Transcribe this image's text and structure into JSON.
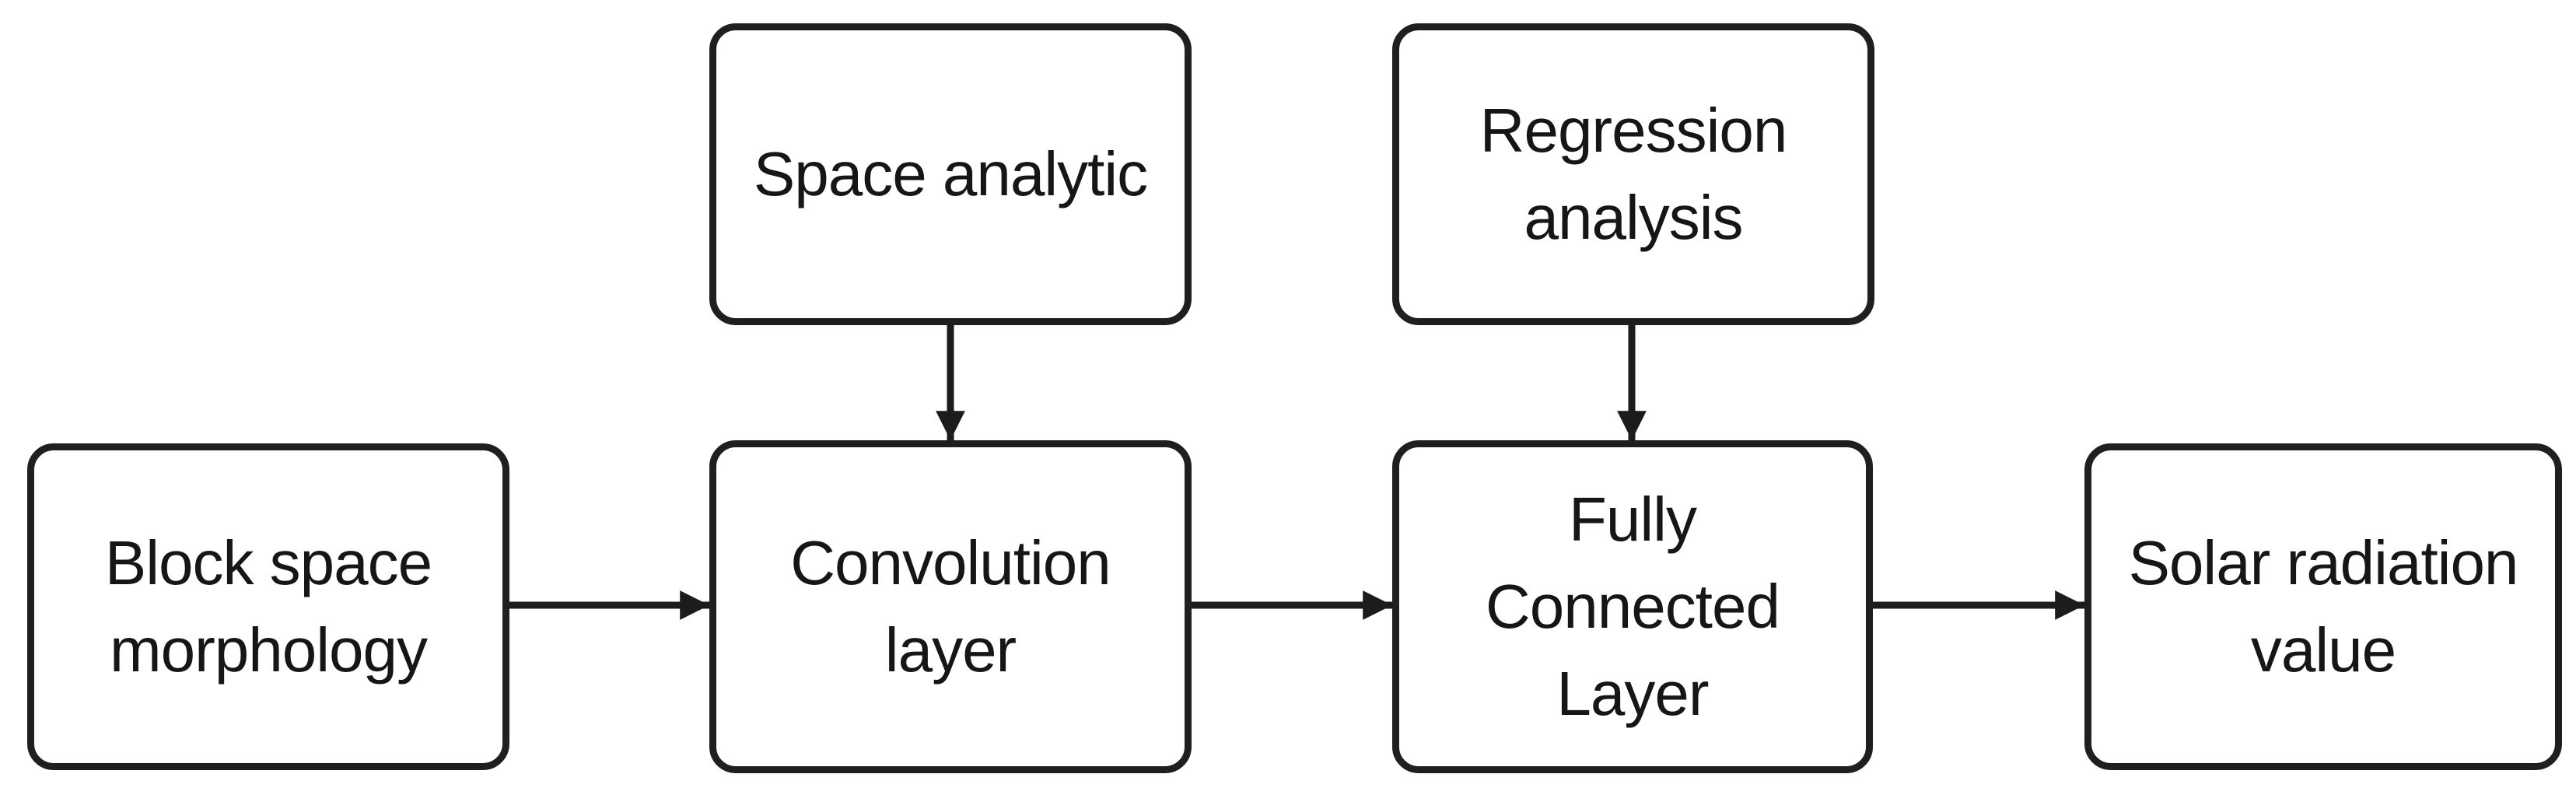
{
  "diagram": {
    "nodes": {
      "space_analytic": {
        "label": "Space analytic"
      },
      "regression_analysis": {
        "label": "Regression\nanalysis"
      },
      "block_space_morphology": {
        "label": "Block space\nmorphology"
      },
      "convolution_layer": {
        "label": "Convolution\nlayer"
      },
      "fully_connected_layer": {
        "label": "Fully\nConnected\nLayer"
      },
      "solar_radiation_value": {
        "label": "Solar radiation\nvalue"
      }
    },
    "edges": [
      {
        "from": "block_space_morphology",
        "to": "convolution_layer",
        "direction": "right"
      },
      {
        "from": "space_analytic",
        "to": "convolution_layer",
        "direction": "down"
      },
      {
        "from": "convolution_layer",
        "to": "fully_connected_layer",
        "direction": "right"
      },
      {
        "from": "regression_analysis",
        "to": "fully_connected_layer",
        "direction": "down"
      },
      {
        "from": "fully_connected_layer",
        "to": "solar_radiation_value",
        "direction": "right"
      }
    ],
    "colors": {
      "background": "#ffffff",
      "box_fill": "#ffffff",
      "box_border": "#1f1f1f",
      "text": "#161616",
      "arrow": "#1c1c1c"
    }
  }
}
